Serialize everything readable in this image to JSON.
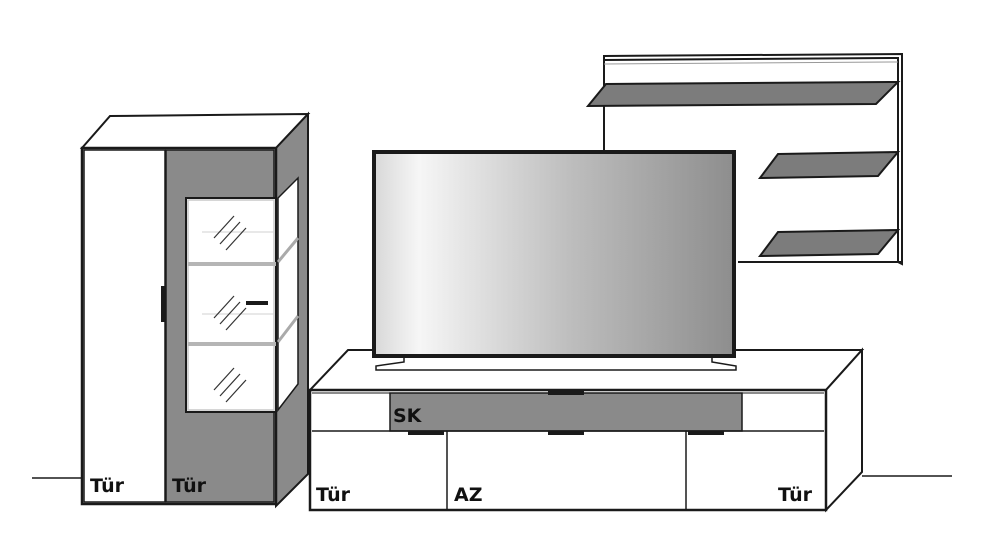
{
  "labels": {
    "vitrine_left_door": "Tür",
    "vitrine_right_door": "Tür",
    "lowboard_flap": "SK",
    "lowboard_left_door": "Tür",
    "lowboard_drawer": "AZ",
    "lowboard_right_door": "Tür"
  },
  "colors": {
    "outline": "#1a1a1a",
    "grey_front": "#8a8a8a",
    "shelf_grey": "#7c7c7c",
    "glass_edge": "#c8c8c8",
    "white": "#ffffff"
  }
}
